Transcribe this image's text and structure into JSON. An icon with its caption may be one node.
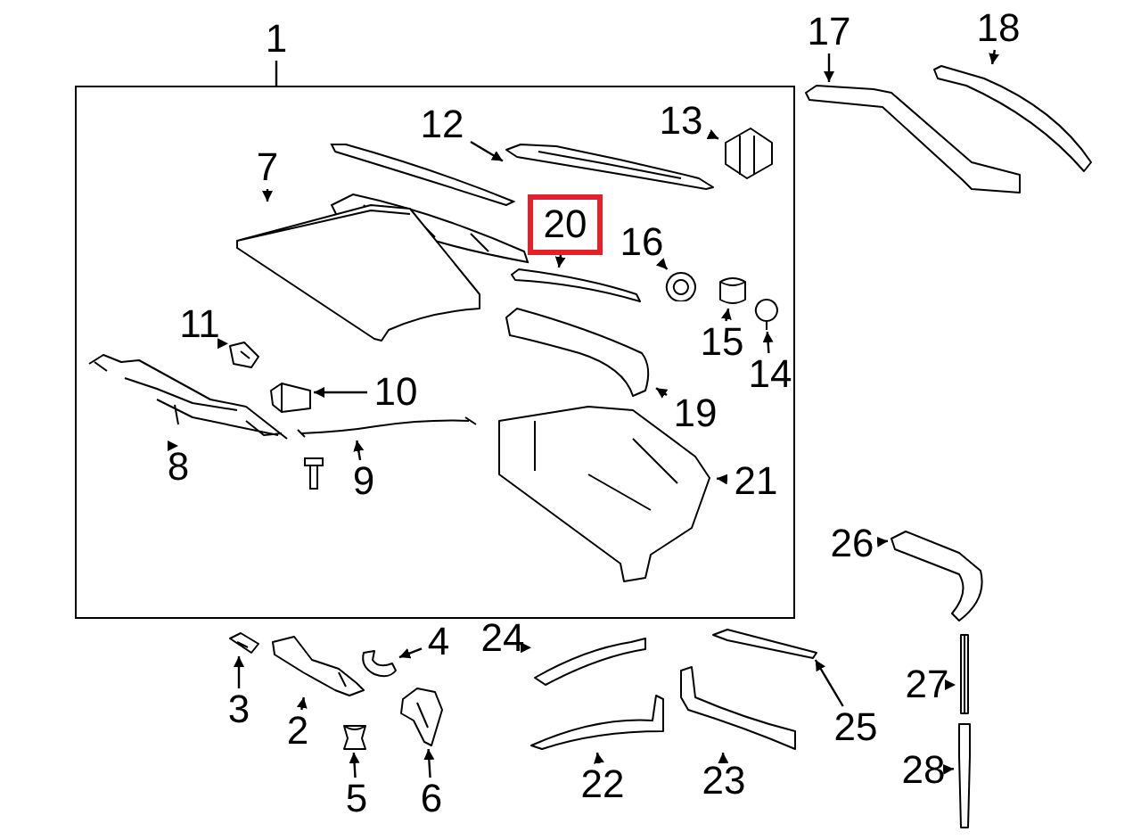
{
  "diagram": {
    "nodes": [
      {
        "text": [],
        "shape": "box"
      },
      {
        "text": [
          "1"
        ]
      },
      {
        "text": [
          "2"
        ]
      },
      {
        "text": [
          "3"
        ]
      },
      {
        "text": [
          "4"
        ]
      },
      {
        "text": [
          "5"
        ]
      },
      {
        "text": [
          "6"
        ]
      },
      {
        "text": [
          "7"
        ],
        "in": 0
      },
      {
        "text": [
          "8"
        ],
        "in": 0
      },
      {
        "text": [
          "9"
        ],
        "in": 0
      },
      {
        "text": [
          "10"
        ],
        "in": 0
      },
      {
        "text": [
          "11"
        ],
        "in": 0
      },
      {
        "text": [
          "12"
        ],
        "in": 0
      },
      {
        "text": [
          "13"
        ],
        "in": 0
      },
      {
        "text": [
          "14"
        ],
        "in": 0
      },
      {
        "text": [
          "15"
        ],
        "in": 0
      },
      {
        "text": [
          "16"
        ],
        "in": 0
      },
      {
        "text": [
          "17"
        ]
      },
      {
        "text": [
          "18"
        ]
      },
      {
        "text": [
          "19"
        ],
        "in": 0
      },
      {
        "text": [
          "20"
        ],
        "in": 0
      },
      {
        "text": [
          "21"
        ],
        "in": 0
      },
      {
        "text": [
          "22"
        ]
      },
      {
        "text": [
          "23"
        ]
      },
      {
        "text": [
          "24"
        ]
      },
      {
        "text": [
          "25"
        ]
      },
      {
        "text": [
          "26"
        ]
      },
      {
        "text": [
          "27"
        ]
      },
      {
        "text": [
          "28"
        ]
      },
      {
        "text": [],
        "shape": "picture"
      },
      {
        "text": [],
        "shape": "picture"
      },
      {
        "text": [],
        "shape": "picture"
      },
      {
        "text": [],
        "shape": "picture"
      },
      {
        "text": [],
        "shape": "picture"
      },
      {
        "text": [],
        "shape": "picture",
        "in": 0
      },
      {
        "text": [],
        "shape": "picture",
        "in": 0
      },
      {
        "text": [],
        "shape": "picture",
        "in": 0
      },
      {
        "text": [],
        "shape": "picture",
        "in": 0
      },
      {
        "text": [],
        "shape": "picture",
        "in": 0
      },
      {
        "text": [],
        "shape": "picture",
        "in": 0
      },
      {
        "text": [],
        "shape": "picture",
        "in": 0
      },
      {
        "text": [],
        "shape": "picture",
        "in": 0
      },
      {
        "text": [],
        "shape": "picture",
        "in": 0
      },
      {
        "text": [],
        "shape": "circle",
        "in": 0
      },
      {
        "text": [],
        "shape": "picture"
      },
      {
        "text": [],
        "shape": "picture"
      },
      {
        "text": [],
        "shape": "picture",
        "in": 0
      },
      {
        "text": [],
        "shape": "picture",
        "in": 0
      },
      {
        "text": [],
        "shape": "picture",
        "in": 0
      },
      {
        "text": [],
        "shape": "picture"
      },
      {
        "text": [],
        "shape": "picture"
      },
      {
        "text": [],
        "shape": "picture"
      },
      {
        "text": [],
        "shape": "picture"
      },
      {
        "text": [],
        "shape": "picture"
      },
      {
        "text": [],
        "shape": "picture"
      },
      {
        "text": [],
        "shape": "bar"
      }
    ],
    "edges": [
      {
        "from": 1,
        "to": 0,
        "arrow": "none"
      },
      {
        "from": 2,
        "to": 29,
        "arrow": "to"
      },
      {
        "from": 3,
        "to": 30,
        "arrow": "to"
      },
      {
        "from": 4,
        "to": 31,
        "arrow": "to"
      },
      {
        "from": 5,
        "to": 32,
        "arrow": "to"
      },
      {
        "from": 6,
        "to": 33,
        "arrow": "to"
      },
      {
        "from": 7,
        "to": 34,
        "arrow": "to"
      },
      {
        "from": 8,
        "to": 35,
        "arrow": "to"
      },
      {
        "from": 9,
        "to": 36,
        "arrow": "to"
      },
      {
        "from": 10,
        "to": 37,
        "arrow": "to"
      },
      {
        "from": 11,
        "to": 38,
        "arrow": "to"
      },
      {
        "from": 12,
        "to": 39,
        "arrow": "to"
      },
      {
        "from": 13,
        "to": 40,
        "arrow": "to"
      },
      {
        "from": 14,
        "to": 41,
        "arrow": "to"
      },
      {
        "from": 15,
        "to": 42,
        "arrow": "to"
      },
      {
        "from": 16,
        "to": 43,
        "arrow": "to"
      },
      {
        "from": 17,
        "to": 44,
        "arrow": "to"
      },
      {
        "from": 18,
        "to": 45,
        "arrow": "to"
      },
      {
        "from": 19,
        "to": 46,
        "arrow": "to"
      },
      {
        "from": 20,
        "to": 47,
        "arrow": "to"
      },
      {
        "from": 21,
        "to": 48,
        "arrow": "to"
      },
      {
        "from": 22,
        "to": 49,
        "arrow": "to"
      },
      {
        "from": 23,
        "to": 50,
        "arrow": "to"
      },
      {
        "from": 24,
        "to": 51,
        "arrow": "to"
      },
      {
        "from": 25,
        "to": 52,
        "arrow": "to"
      },
      {
        "from": 26,
        "to": 53,
        "arrow": "to"
      },
      {
        "from": 27,
        "to": 54,
        "arrow": "to"
      },
      {
        "from": 28,
        "to": 55,
        "arrow": "to"
      }
    ]
  }
}
